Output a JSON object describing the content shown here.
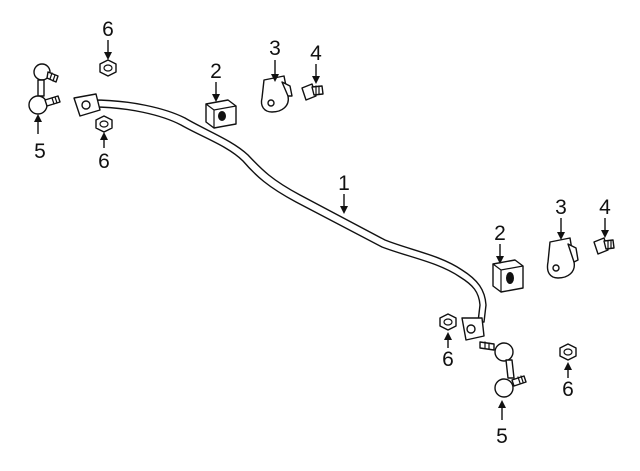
{
  "callouts": {
    "c1": "1",
    "c2_upper": "2",
    "c2_lower": "2",
    "c3_upper": "3",
    "c3_lower": "3",
    "c4_upper": "4",
    "c4_lower": "4",
    "c5_upper": "5",
    "c5_lower": "5",
    "c6_top_left": "6",
    "c6_mid_left": "6",
    "c6_lower_center": "6",
    "c6_lower_right": "6"
  },
  "colors": {
    "line": "#111111",
    "background": "#ffffff"
  }
}
